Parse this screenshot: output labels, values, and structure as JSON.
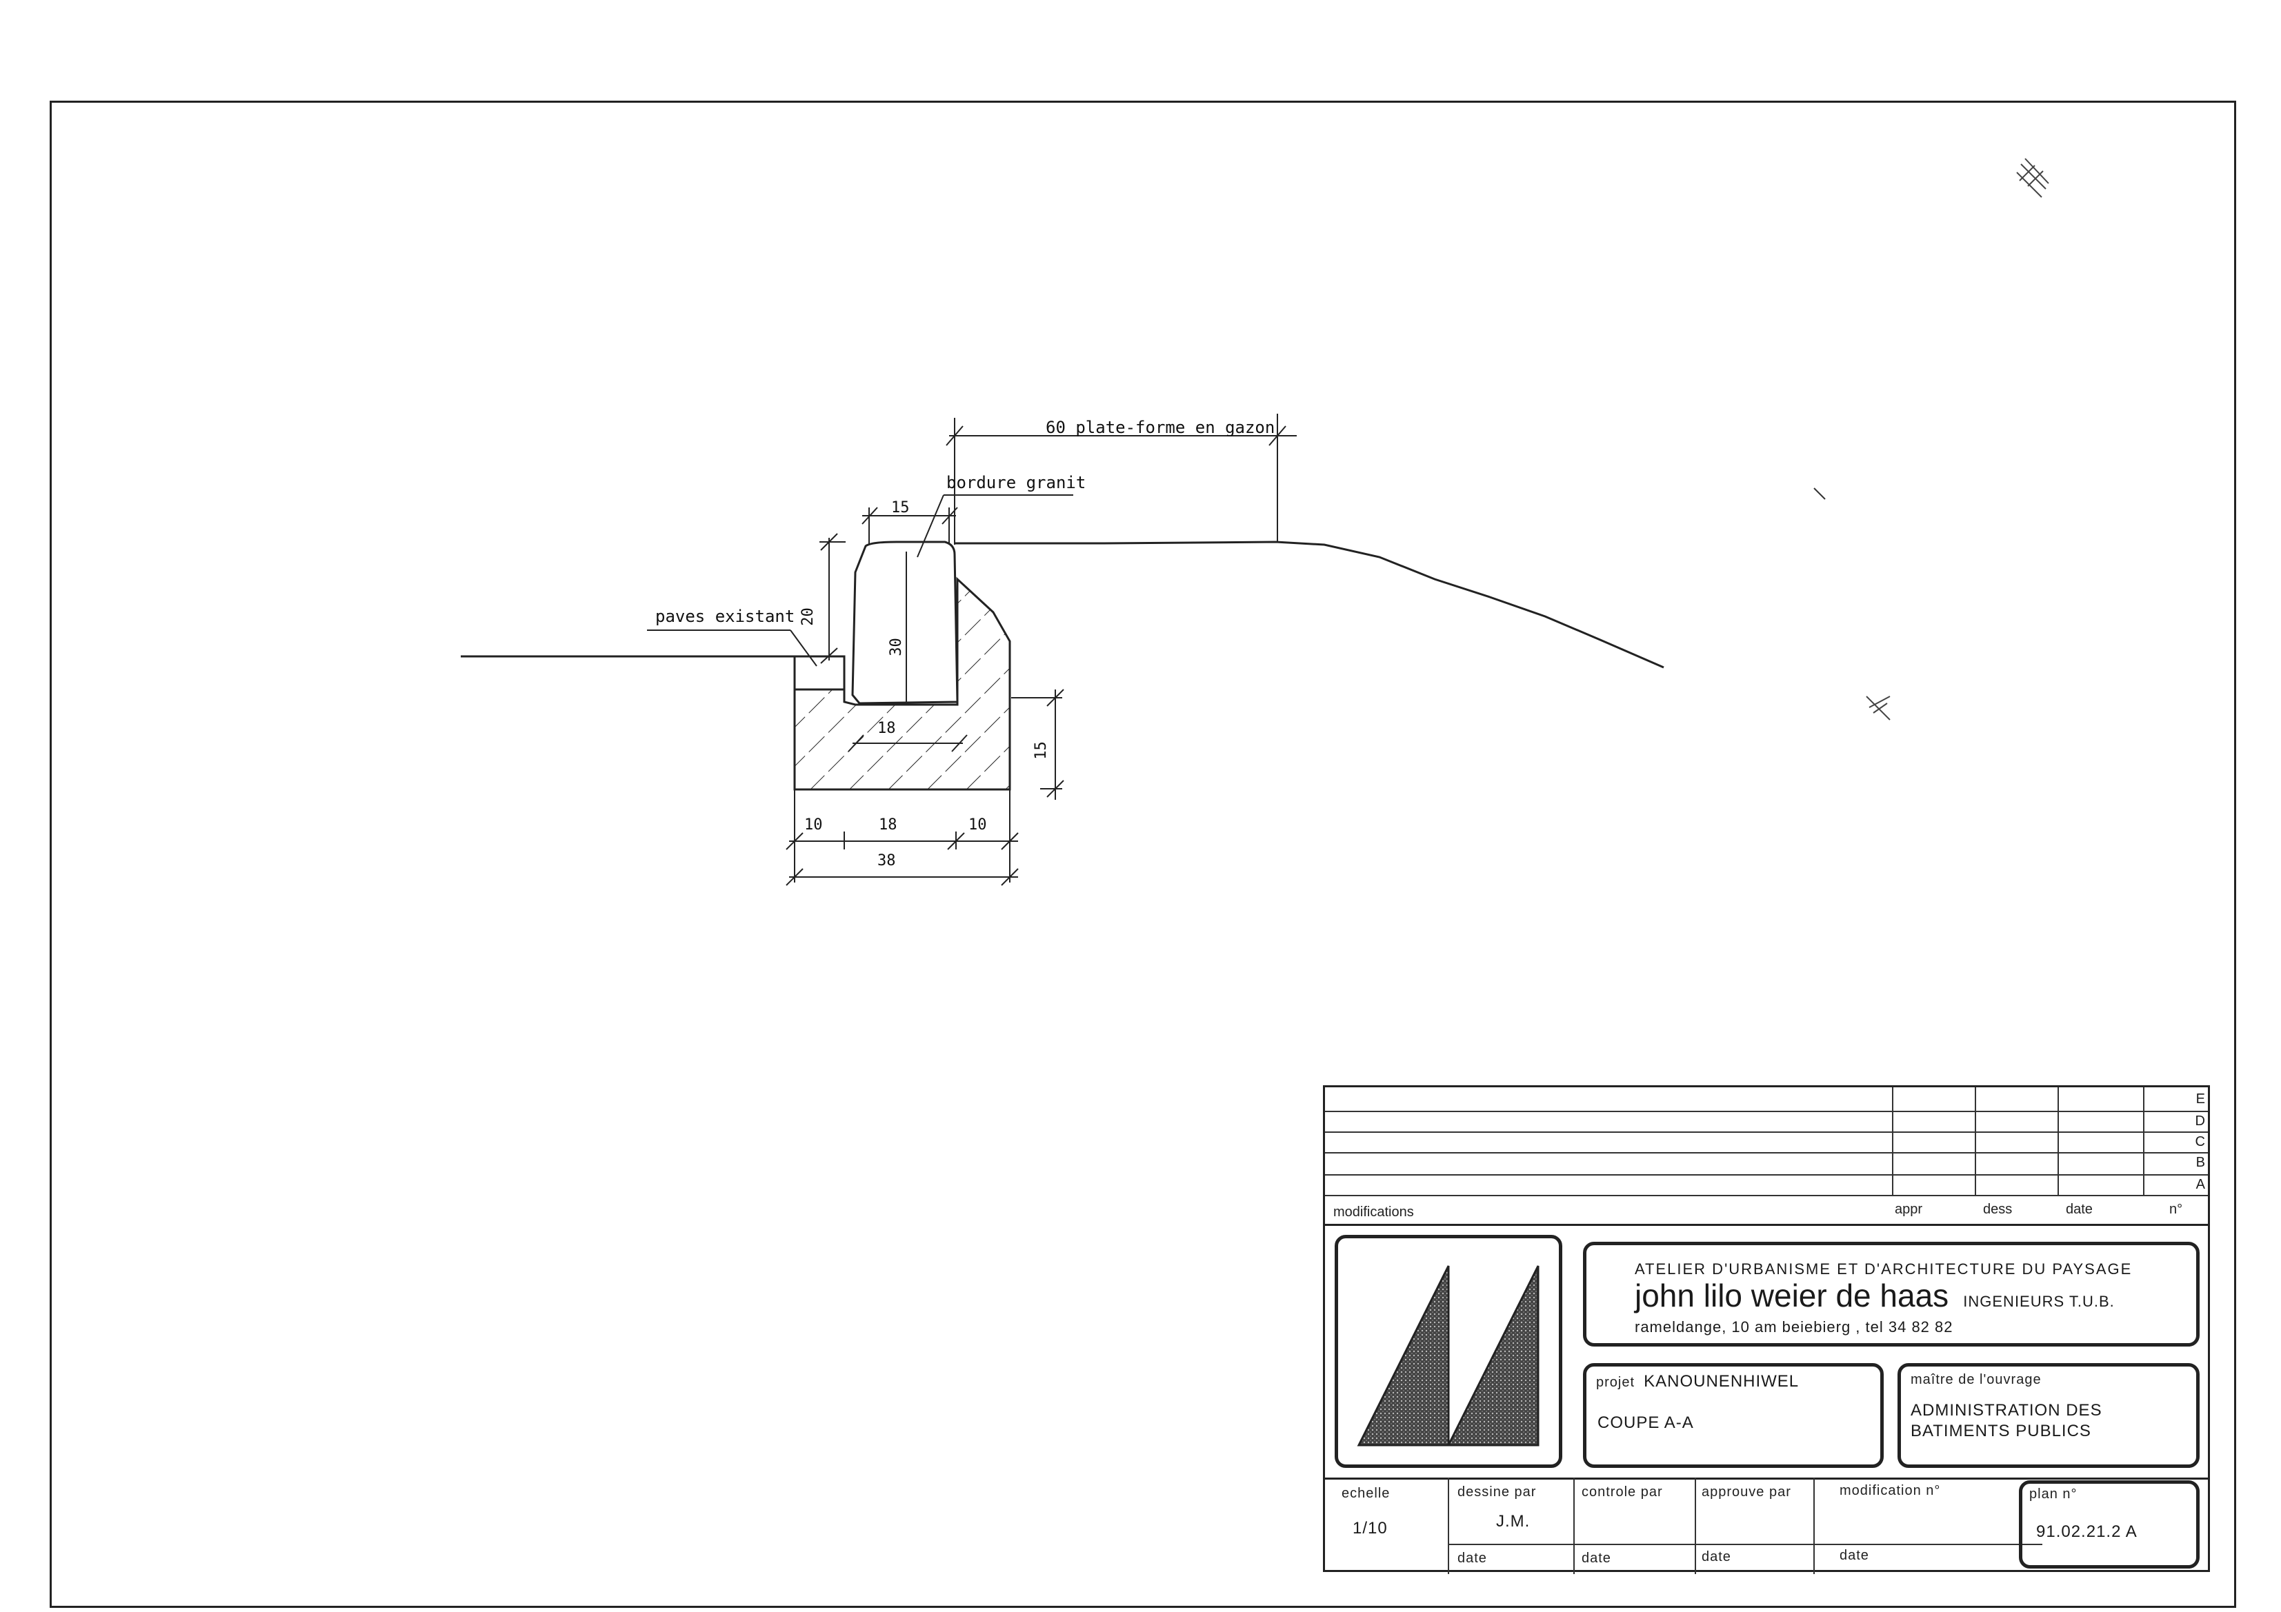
{
  "drawing": {
    "labels": {
      "top_dim": "60 plate-forme en gazon",
      "bordure": "bordure granit",
      "paves": "paves existant"
    },
    "dims": {
      "d15_top": "15",
      "d20": "20",
      "d30": "30",
      "d18_inner": "18",
      "d15_right": "15",
      "d10_left": "10",
      "d18_bottom": "18",
      "d10_right": "10",
      "d38": "38"
    }
  },
  "title_block": {
    "revision_letters": [
      "E",
      "D",
      "C",
      "B",
      "A"
    ],
    "modifications_label": "modifications",
    "appr_label": "appr",
    "dess_label": "dess",
    "date_label": "date",
    "no_label": "n°",
    "firm": {
      "line1": "ATELIER D'URBANISME ET D'ARCHITECTURE DU PAYSAGE",
      "name": "john lilo weier de haas",
      "suffix": "INGENIEURS T.U.B.",
      "address": "rameldange, 10 am beiebierg ,  tel  34 82 82"
    },
    "projet_label": "projet",
    "projet_value": "KANOUNENHIWEL",
    "sheet_title": "COUPE A-A",
    "maitre_label": "maître de l'ouvrage",
    "maitre_line1": "ADMINISTRATION DES",
    "maitre_line2": "BATIMENTS PUBLICS",
    "echelle_label": "echelle",
    "echelle_value": "1/10",
    "dessine_label": "dessine par",
    "dessine_value": "J.M.",
    "controle_label": "controle par",
    "approuve_label": "approuve par",
    "modification_label": "modification n°",
    "plan_label": "plan n°",
    "plan_value": "91.02.21.2 A",
    "date1": "date",
    "date2": "date",
    "date3": "date",
    "date4": "date"
  }
}
